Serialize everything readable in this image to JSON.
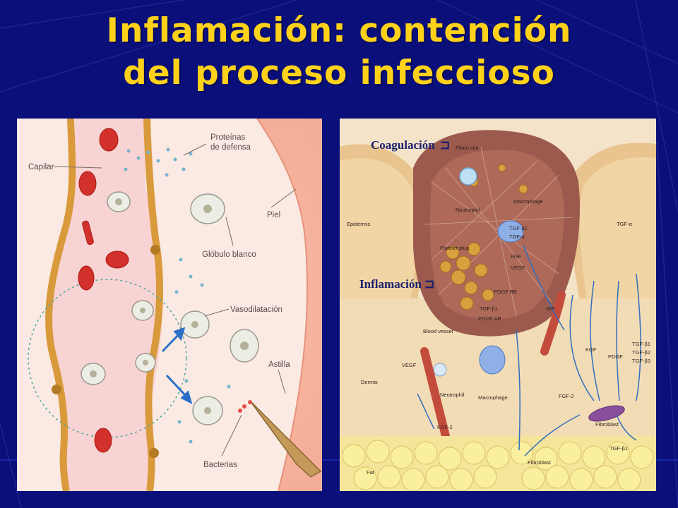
{
  "slide": {
    "title_line1": "Inflamación: contención",
    "title_line2": "del proceso infeccioso"
  },
  "left_figure": {
    "labels": {
      "capilar": "Capilar",
      "proteinas": "Proteínas",
      "de_defensa": "de defensa",
      "piel": "Piel",
      "globulo_blanco": "Glóbulo blanco",
      "vasodilatacion": "Vasodilatación",
      "astilla": "Astilla",
      "bacterias": "Bacterias"
    }
  },
  "right_figure": {
    "labels": {
      "coagulacion": "Coagulación",
      "inflamacion": "Inflamación",
      "fibrin_clot": "Fibrin clot",
      "macrophage_top": "Macrophage",
      "neutrophil_top": "Neutrophil",
      "epidermis": "Epidermis",
      "tgf_b1": "TGF-β1",
      "tgf_a_mid": "TGF-α",
      "tgf_a_right": "TGF-α",
      "fgf": "FGF",
      "vegf_mid": "VEGF",
      "platelet_plug": "Platelet plug",
      "pdgf_bb": "PDGF BB",
      "tgf_b1_low": "TGF-β1",
      "pdgf_ab": "PDGF AB",
      "igf": "IGF",
      "blood_vessel": "Blood vessel",
      "vegf_left": "VEGF",
      "kgf": "KGF",
      "pdgf": "PDGF",
      "tgf_b1_r": "TGF-β1",
      "tgf_b2_r": "TGF-β2",
      "tgf_b3_r": "TGF-β3",
      "dermis": "Dermis",
      "neutrophil_low": "Neutrophil",
      "macrophage_low": "Macrophage",
      "fgf2_right": "FGF-2",
      "fgf2_left": "FGF-2",
      "fibroblast_right": "Fibroblast",
      "tgf_b1_bottom": "TGF-β1",
      "fibroblast_bottom": "Fibroblast",
      "fat": "Fat"
    }
  },
  "colors": {
    "background": "#0a0f7a",
    "title": "#ffd21a"
  }
}
